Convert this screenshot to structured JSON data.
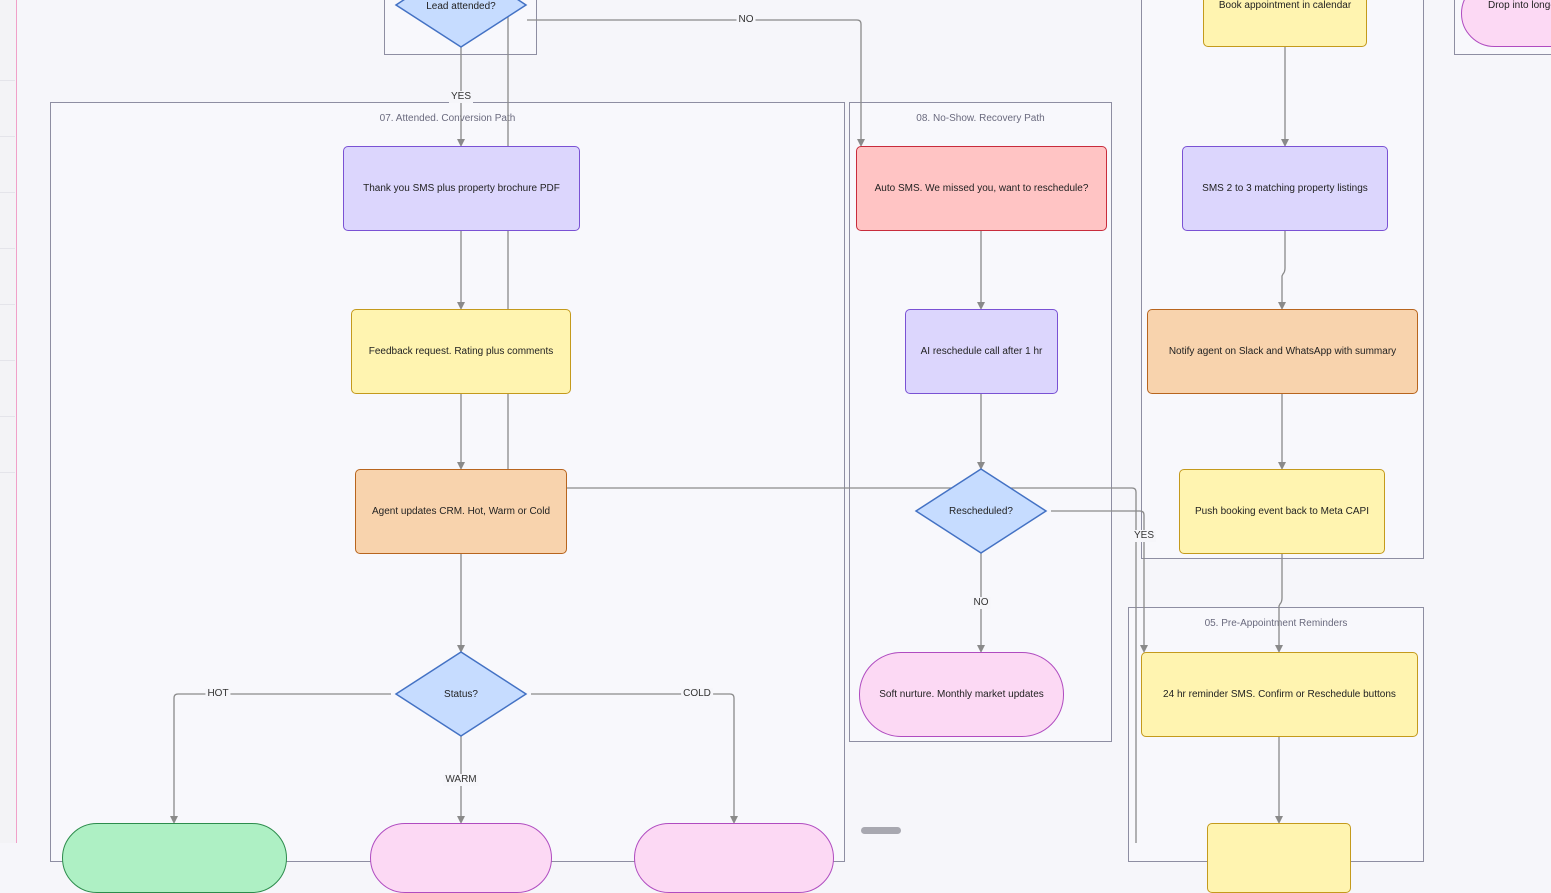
{
  "groups": {
    "attended": "07. Attended. Conversion Path",
    "noshow": "08. No-Show. Recovery Path",
    "reminders": "05. Pre-Appointment Reminders"
  },
  "nodes": {
    "lead_attended": "Lead attended?",
    "book_appointment": "Book appointment in calendar",
    "drop_long": "Drop into long-",
    "thank_you_sms": "Thank you SMS plus property brochure PDF",
    "auto_sms": "Auto SMS. We missed you, want to reschedule?",
    "sms_listings": "SMS 2 to 3 matching property listings",
    "feedback": "Feedback request. Rating plus comments",
    "ai_reschedule": "AI reschedule call after 1 hr",
    "notify_agent": "Notify agent on Slack and WhatsApp with summary",
    "agent_updates": "Agent updates CRM. Hot, Warm or Cold",
    "rescheduled": "Rescheduled?",
    "push_booking": "Push booking event back to Meta CAPI",
    "status": "Status?",
    "soft_nurture": "Soft nurture. Monthly market updates",
    "reminder_24hr": "24 hr reminder SMS. Confirm or Reschedule buttons"
  },
  "edge_labels": {
    "yes_top": "YES",
    "no_top": "NO",
    "yes_right": "YES",
    "no_bottom": "NO",
    "hot": "HOT",
    "cold": "COLD",
    "warm": "WARM"
  },
  "colors": {
    "edge": "#8a8a8a",
    "purple": "#dcd6fd",
    "yellow": "#fff4b0",
    "orange": "#f8d3ad",
    "red": "#ffc4c4",
    "pink": "#fcd9f4",
    "green": "#aef0c4",
    "diamond": "#c6dcff"
  }
}
